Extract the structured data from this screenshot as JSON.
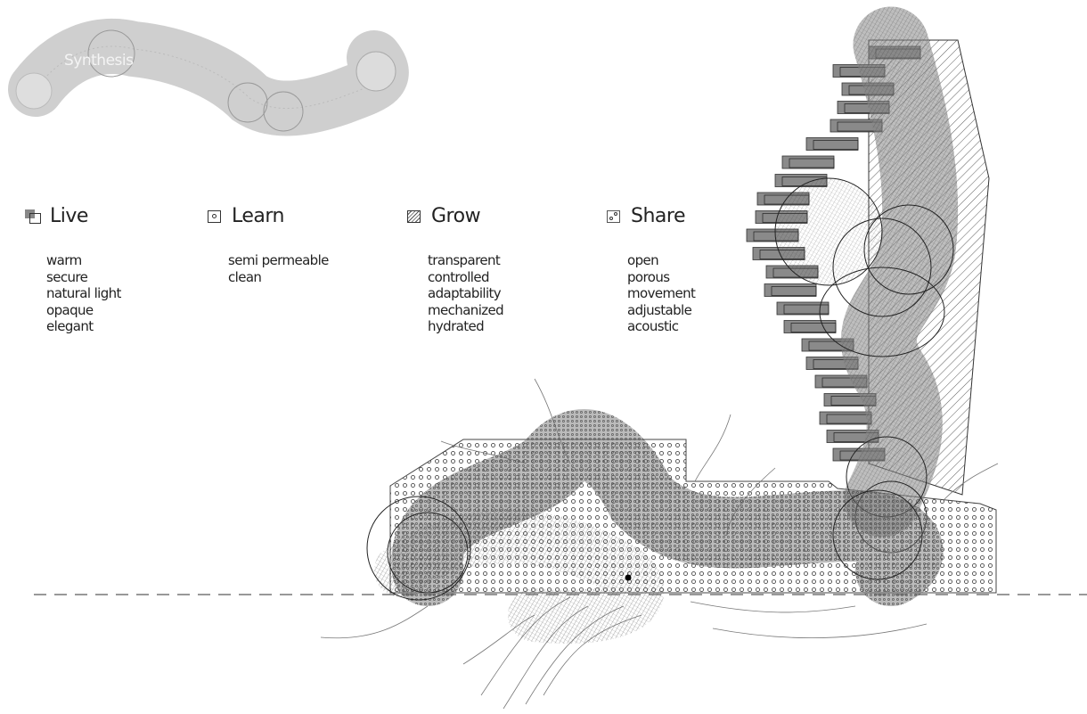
{
  "title": "Synthesis",
  "categories": [
    {
      "label": "Live",
      "icon": "stacked-boxes-icon",
      "attributes": [
        "warm",
        "secure",
        "natural light",
        "opaque",
        "elegant"
      ]
    },
    {
      "label": "Learn",
      "icon": "dotted-box-icon",
      "attributes": [
        "semi permeable",
        "clean"
      ]
    },
    {
      "label": "Grow",
      "icon": "hatched-box-icon",
      "attributes": [
        "transparent",
        "controlled",
        "adaptability",
        "mechanized",
        "hydrated"
      ]
    },
    {
      "label": "Share",
      "icon": "porous-box-icon",
      "attributes": [
        "open",
        "porous",
        "movement",
        "adjustable",
        "acoustic"
      ]
    }
  ],
  "colors": {
    "ink": "#222222",
    "tube_light": "#c8c8c8",
    "box_fill": "#8a8a8a"
  }
}
